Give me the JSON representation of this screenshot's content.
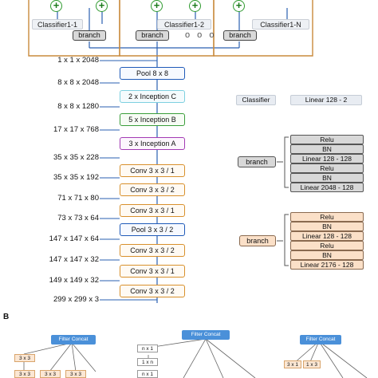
{
  "panel_a": {
    "classifiers": {
      "label_1": "Classifier1-1",
      "label_2": "Classifier1-2",
      "label_n": "Classifier1-N",
      "branch": "branch",
      "plus": "+",
      "dots": "o o o"
    },
    "dimensions": [
      "1 x 1 x 2048",
      "8 x 8 x 2048",
      "8 x 8 x 1280",
      "17 x 17 x 768",
      "35 x 35 x 228",
      "35 x 35 x 192",
      "71 x 71 x 80",
      "73 x 73 x 64",
      "147 x 147 x 64",
      "147 x 147 x 32",
      "149 x 149 x 32",
      "299 x 299 x 3"
    ],
    "layers": [
      {
        "label": "Pool 8 x 8",
        "color": "#1f5ab8"
      },
      {
        "label": "2 x Inception C",
        "color": "#7dd0e0"
      },
      {
        "label": "5 x Inception B",
        "color": "#3a9e3a"
      },
      {
        "label": "3  x Inception A",
        "color": "#a33ab4"
      },
      {
        "label": "Conv 3 x 3 / 1",
        "color": "#d8902c"
      },
      {
        "label": "Conv 3 x 3 / 2",
        "color": "#d8902c"
      },
      {
        "label": "Conv 3 x 3 / 1",
        "color": "#d8902c"
      },
      {
        "label": "Pool 3 x 3 / 2",
        "color": "#1f5ab8"
      },
      {
        "label": "Conv 3 x 3 / 2",
        "color": "#d8902c"
      },
      {
        "label": "Conv 3 x 3 / 1",
        "color": "#d8902c"
      },
      {
        "label": "Conv 3 x 3 / 2",
        "color": "#d8902c"
      }
    ],
    "legend": {
      "classifier_label": "Classifier",
      "classifier_value": "Linear 128 - 2",
      "branch_grey_label": "branch",
      "branch_grey_stack": [
        "Relu",
        "BN",
        "Linear 128 - 128",
        "Relu",
        "BN",
        "Linear 2048 - 128"
      ],
      "branch_peach_label": "branch",
      "branch_peach_stack": [
        "Relu",
        "BN",
        "Linear 128 - 128",
        "Relu",
        "BN",
        "Linear 2176 - 128"
      ]
    }
  },
  "panel_b": {
    "letter": "B",
    "filter_concat": "Filter Concat",
    "blocks": {
      "left": [
        "3 x 3",
        "3 x 3",
        "3 x 3",
        "3 x 3"
      ],
      "middle": [
        "n x 1",
        "1 x n",
        "n x 1"
      ],
      "right": [
        "3 x 1",
        "1 x 3"
      ]
    }
  },
  "colors": {
    "wire": "#2a5fb0",
    "bracket": "#c98a3c",
    "plus_green": "#2e9a2e"
  }
}
